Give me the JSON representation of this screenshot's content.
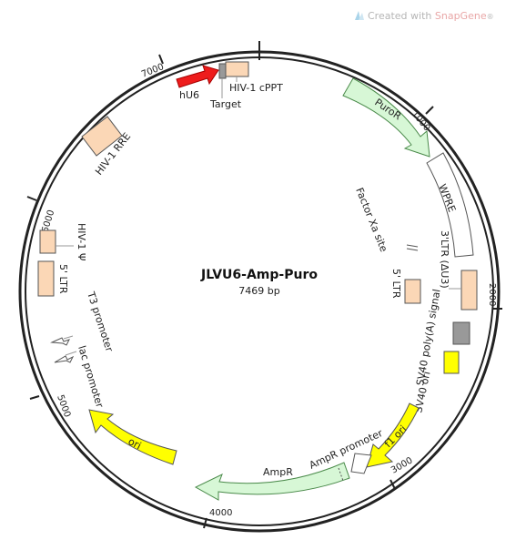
{
  "watermark": {
    "prefix": "Created with ",
    "brand": "SnapGene",
    "suffix": "®"
  },
  "plasmid": {
    "name": "JLVU6-Amp-Puro",
    "size": "7469 bp"
  },
  "ticks": [
    "1000",
    "2000",
    "3000",
    "4000",
    "5000",
    "6000",
    "7000"
  ],
  "features": {
    "hU6": "hU6",
    "target": "Target",
    "hiv_cppt": "HIV-1 cPPT",
    "puror": "PuroR",
    "wpre": "WPRE",
    "factor_xa": "Factor Xa site",
    "ltr3": "3'LTR (ΔU3)",
    "ltr5_right": "5' LTR",
    "sv40_polya": "SV40 poly(A) signal",
    "sv40_ori": "SV40 ori",
    "f1_ori": "f1 ori",
    "ampr_promoter": "AmpR promoter",
    "ampr": "AmpR",
    "ori": "ori",
    "lac_promoter": "lac promoter",
    "t3_promoter": "T3 promoter",
    "ltr5_left": "5' LTR",
    "hiv_psi": "HIV-1 Ψ",
    "hiv_rre": "HIV-1 RRE"
  },
  "colors": {
    "promoter_red": "#ee1c1c",
    "misc_peach": "#fbd7b6",
    "gene_green": "#d7f7d6",
    "ori_yellow": "#ffff00",
    "polya_gray": "#999999",
    "backbone": "#222222"
  }
}
